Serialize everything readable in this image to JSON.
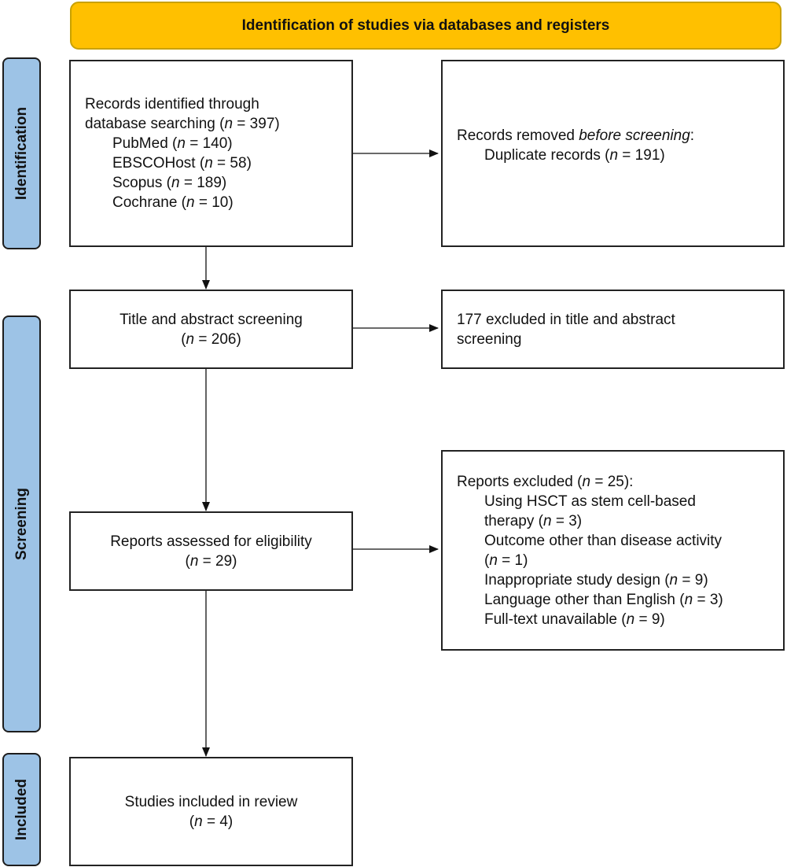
{
  "header": {
    "title": "Identification of studies via databases and registers"
  },
  "phases": {
    "identification": "Identification",
    "screening": "Screening",
    "included": "Included"
  },
  "colors": {
    "header_fill": "#FFC000",
    "phase_fill": "#9DC3E6"
  },
  "boxes": {
    "records_identified": [
      {
        "seg": [
          "Records identified through"
        ]
      },
      {
        "seg": [
          "database searching (",
          "n",
          " = 397)"
        ]
      },
      {
        "indent": true,
        "seg": [
          "PubMed (",
          "n",
          " = 140)"
        ]
      },
      {
        "indent": true,
        "seg": [
          "EBSCOHost (",
          "n",
          " = 58)"
        ]
      },
      {
        "indent": true,
        "seg": [
          "Scopus (",
          "n",
          " = 189)"
        ]
      },
      {
        "indent": true,
        "seg": [
          "Cochrane (",
          "n",
          " = 10)"
        ]
      }
    ],
    "records_removed": [
      {
        "seg": [
          "Records removed ",
          "before screening",
          ":"
        ]
      },
      {
        "indent": true,
        "seg": [
          "Duplicate records (",
          "n",
          " = 191)"
        ]
      }
    ],
    "title_abstract_screening": [
      {
        "seg": [
          "Title and abstract screening"
        ]
      },
      {
        "seg": [
          "(",
          "n",
          " = 206)"
        ]
      }
    ],
    "excluded_title_abstract": [
      {
        "seg": [
          "177 excluded in title and abstract"
        ]
      },
      {
        "seg": [
          "screening"
        ]
      }
    ],
    "reports_assessed": [
      {
        "seg": [
          "Reports assessed for eligibility"
        ]
      },
      {
        "seg": [
          "(",
          "n",
          " = 29)"
        ]
      }
    ],
    "reports_excluded": [
      {
        "seg": [
          "Reports excluded (",
          "n",
          " = 25):"
        ]
      },
      {
        "indent": true,
        "seg": [
          "Using HSCT as stem cell-based"
        ]
      },
      {
        "indent": true,
        "seg": [
          "therapy (",
          "n",
          " = 3)"
        ]
      },
      {
        "indent": true,
        "seg": [
          "Outcome other than disease activity"
        ]
      },
      {
        "indent": true,
        "seg": [
          "(",
          "n",
          " = 1)"
        ]
      },
      {
        "indent": true,
        "seg": [
          "Inappropriate study design (",
          "n",
          " = 9)"
        ]
      },
      {
        "indent": true,
        "seg": [
          "Language other than English (",
          "n",
          " = 3)"
        ]
      },
      {
        "indent": true,
        "seg": [
          "Full-text unavailable (",
          "n",
          " = 9)"
        ]
      }
    ],
    "studies_included": [
      {
        "seg": [
          "Studies included in review"
        ]
      },
      {
        "seg": [
          "(",
          "n",
          " = 4)"
        ]
      }
    ]
  }
}
